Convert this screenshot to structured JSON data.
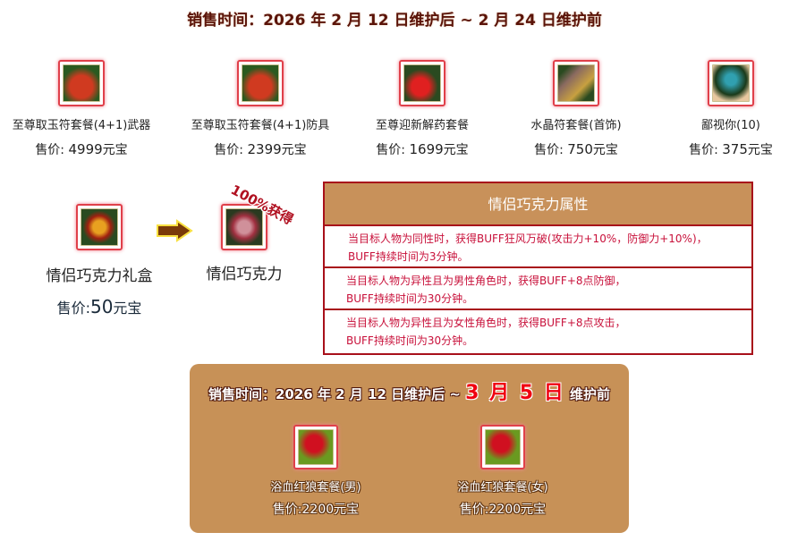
{
  "header": {
    "sale_time": "销售时间：2026 年 2 月 12 日维护后 ~ 2 月 24 日维护前"
  },
  "items": [
    {
      "name": "至尊取玉符套餐(4+1)武器",
      "price_label": "售价: ",
      "price": "4999",
      "unit": "元宝",
      "color": "#c83a20"
    },
    {
      "name": "至尊取玉符套餐(4+1)防具",
      "price_label": "售价: ",
      "price": "2399",
      "unit": "元宝",
      "color": "#c83a20"
    },
    {
      "name": "至尊迎新解药套餐",
      "price_label": "售价: ",
      "price": "1699",
      "unit": "元宝",
      "color": "#b01018"
    },
    {
      "name": "水晶符套餐(首饰)",
      "price_label": "售价: ",
      "price": "750",
      "unit": "元宝",
      "color": "#a08050"
    },
    {
      "name": "鄙视你(10)",
      "price_label": "售价: ",
      "price": "375",
      "unit": "元宝",
      "color": "#2a6070"
    }
  ],
  "gift": {
    "name": "情侣巧克力礼盒",
    "price_label": "售价:",
    "price": "50",
    "unit": "元宝",
    "result_name": "情侣巧克力",
    "stamp": "100%获得"
  },
  "attributes": {
    "title": "情侣巧克力属性",
    "rows": [
      {
        "line1": "当目标人物为同性时，获得BUFF狂风万破(攻击力+10%，防御力+10%)，",
        "line2": "BUFF持续时间为3分钟。"
      },
      {
        "line1": "当目标人物为异性且为男性角色时，获得BUFF+8点防御，",
        "line2": "BUFF持续时间为30分钟。"
      },
      {
        "line1": "当目标人物为异性且为女性角色时，获得BUFF+8点攻击，",
        "line2": "BUFF持续时间为30分钟。"
      }
    ]
  },
  "bottom": {
    "sale_prefix": "销售时间：2026 年 2 月 12 日维护后 ~ ",
    "sale_highlight": "3 月 5 日",
    "sale_suffix": " 维护前",
    "items": [
      {
        "name": "浴血红狼套餐(男)",
        "price": "售价:2200元宝"
      },
      {
        "name": "浴血红狼套餐(女)",
        "price": "售价:2200元宝"
      }
    ]
  }
}
